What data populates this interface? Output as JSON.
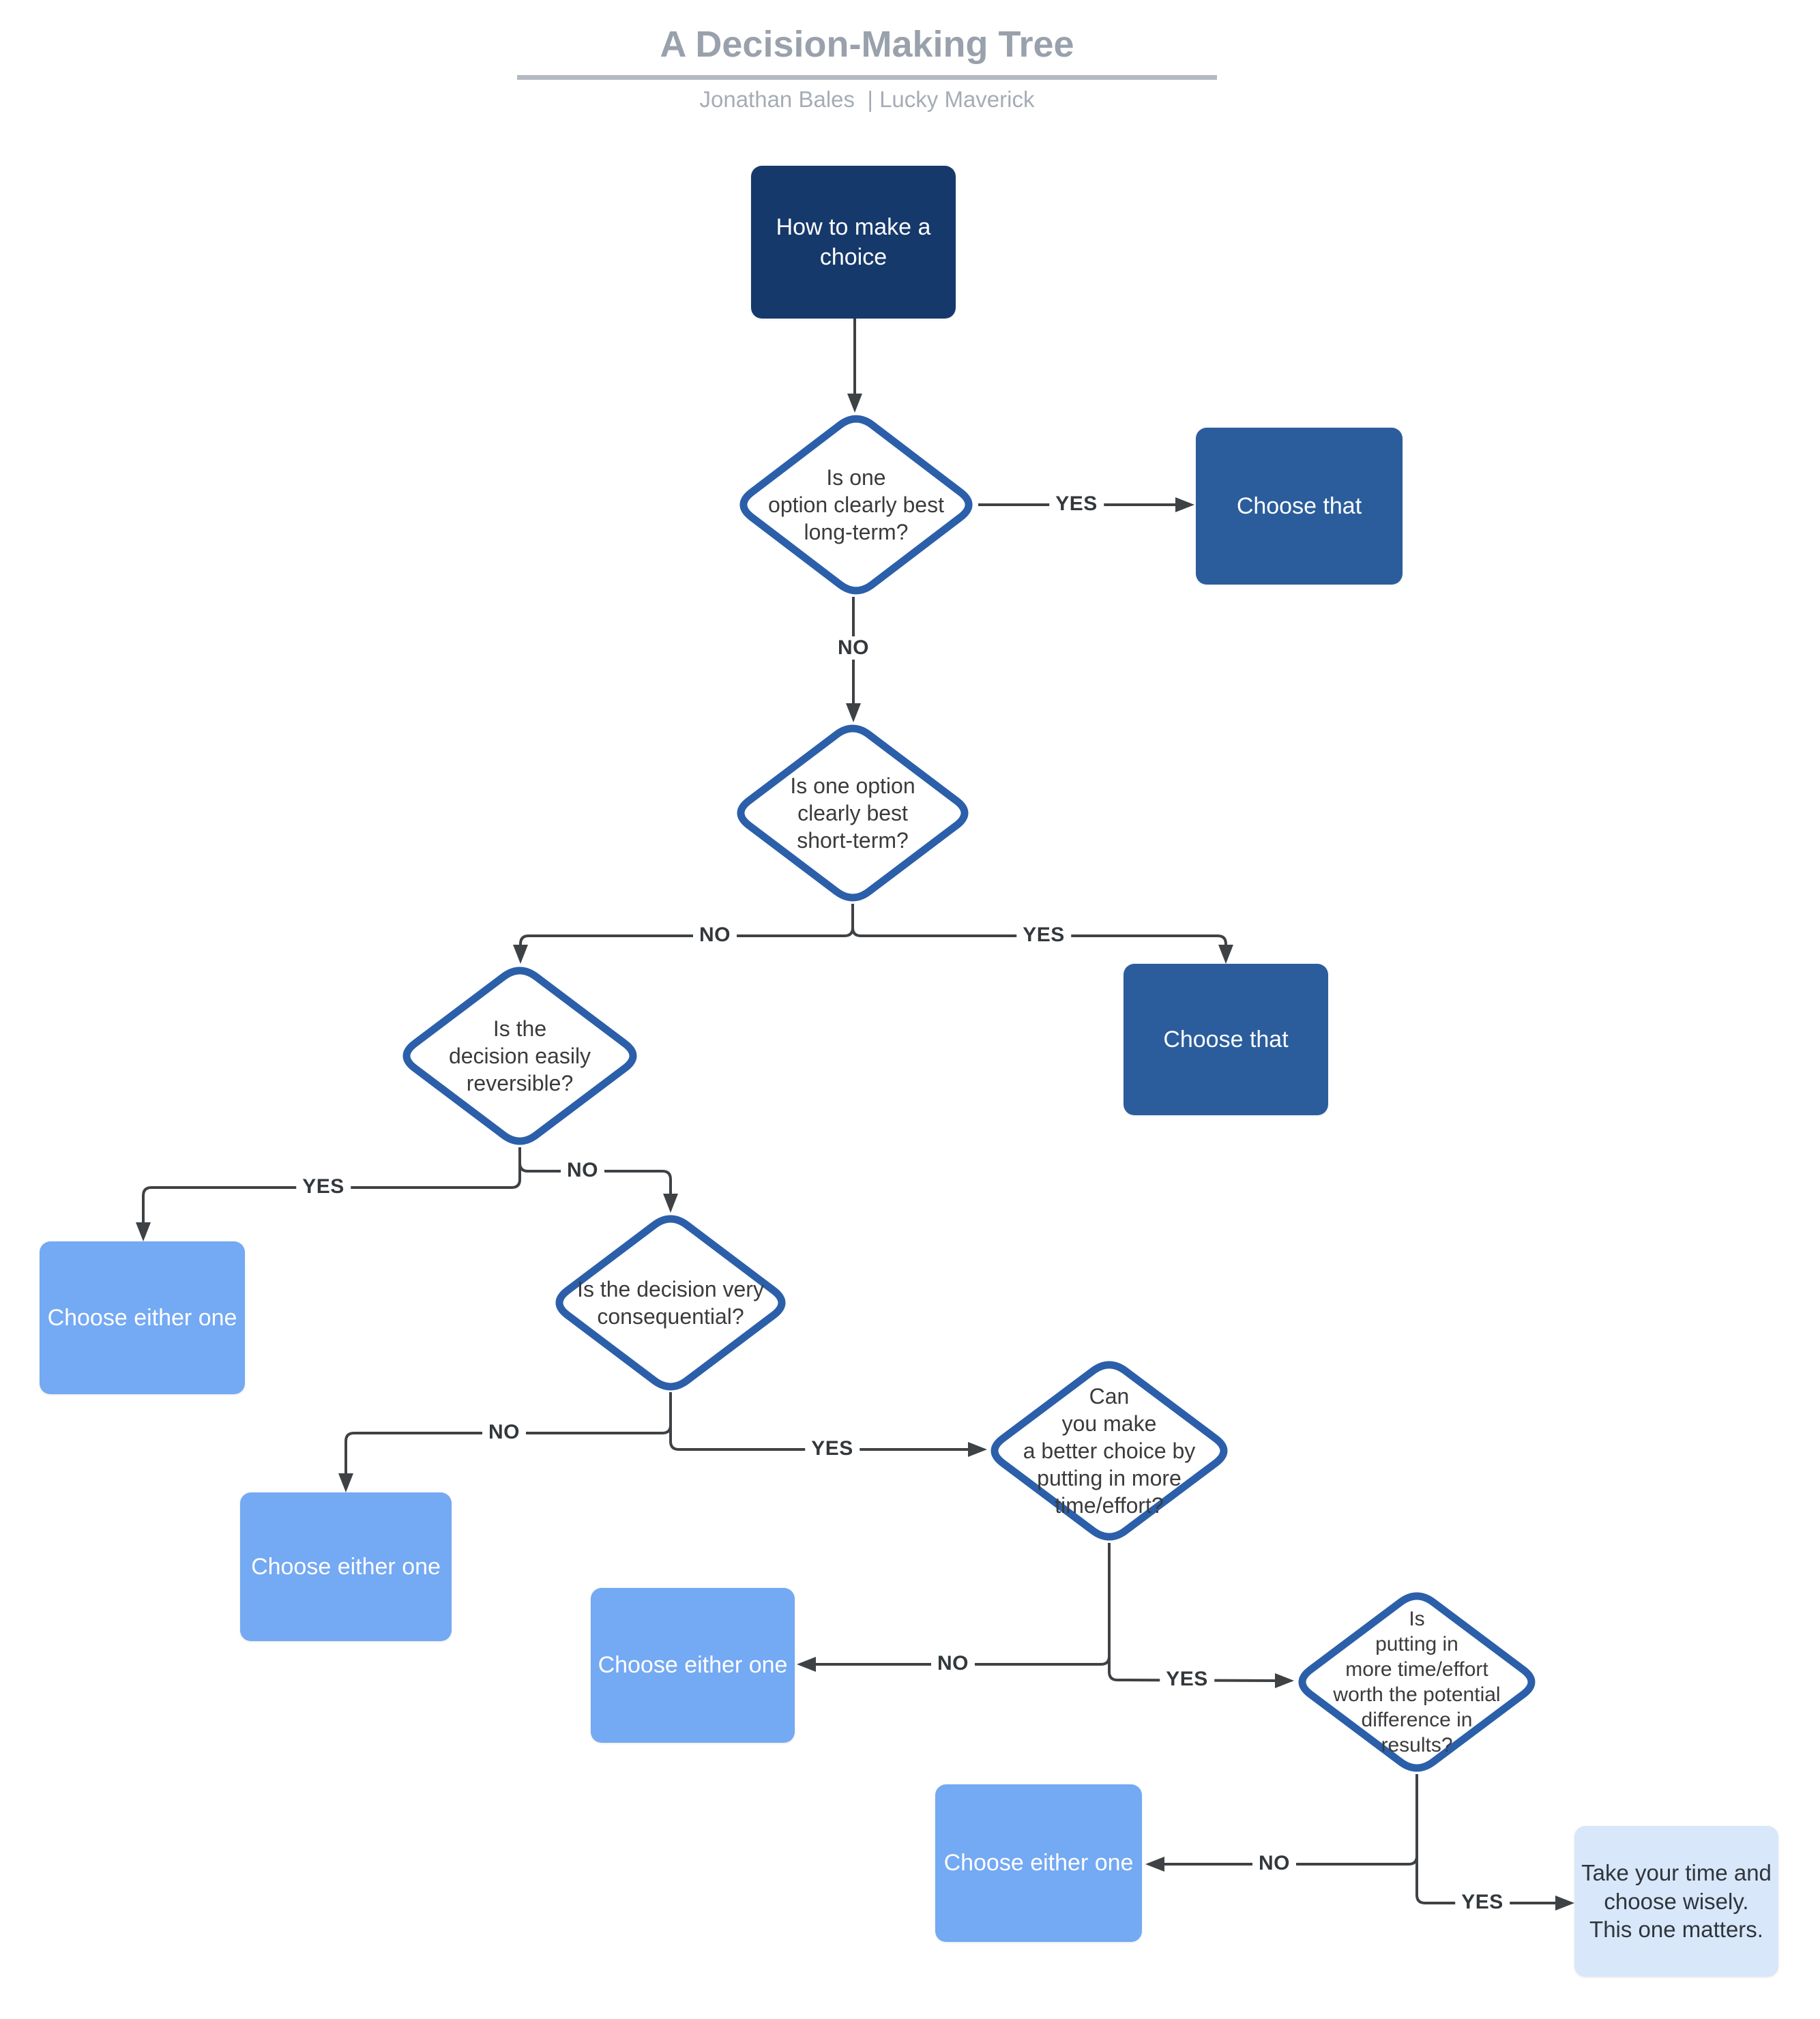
{
  "header": {
    "title": "A Decision-Making Tree",
    "byline": "Jonathan Bales  | Lucky Maverick"
  },
  "nodes": {
    "start": {
      "text": "How to make a\nchoice"
    },
    "q_long_term": {
      "text": "Is one\noption clearly best\nlong-term?"
    },
    "choose_that_1": {
      "text": "Choose that"
    },
    "q_short_term": {
      "text": "Is one option\nclearly best\nshort-term?"
    },
    "choose_that_2": {
      "text": "Choose that"
    },
    "q_reversible": {
      "text": "Is the\ndecision easily\nreversible?"
    },
    "either_1": {
      "text": "Choose either one"
    },
    "q_consequential": {
      "text": "Is the decision very\nconsequential?"
    },
    "either_2": {
      "text": "Choose either one"
    },
    "q_better_choice": {
      "text": "Can\nyou make\na better choice by\nputting in more\ntime/effort?"
    },
    "either_3": {
      "text": "Choose either one"
    },
    "q_worth_effort": {
      "text": "Is\nputting in\nmore time/effort\nworth the potential\ndifference in\nresults?"
    },
    "either_4": {
      "text": "Choose either one"
    },
    "take_time": {
      "text": "Take your time and\nchoose wisely.\nThis one matters."
    }
  },
  "edge_labels": {
    "q1_yes": "YES",
    "q1_no": "NO",
    "q2_no": "NO",
    "q2_yes": "YES",
    "q3_yes": "YES",
    "q3_no": "NO",
    "q4_no": "NO",
    "q4_yes": "YES",
    "q5_no": "NO",
    "q5_yes": "YES",
    "q6_no": "NO",
    "q6_yes": "YES"
  },
  "colors": {
    "node_dark": "#16396b",
    "node_medium": "#2b5d9c",
    "node_light": "#74a9f3",
    "node_pale": "#d8e7fa",
    "pale_text": "#2f353b",
    "diamond_border": "#2b5fa9",
    "diamond_text": "#3b3b3b",
    "connector": "#3f4245",
    "label_dark": "#33383c",
    "title_gray": "#99a1ac",
    "rule_gray": "#b4bac1",
    "subtitle_gray": "#a6acb5"
  }
}
